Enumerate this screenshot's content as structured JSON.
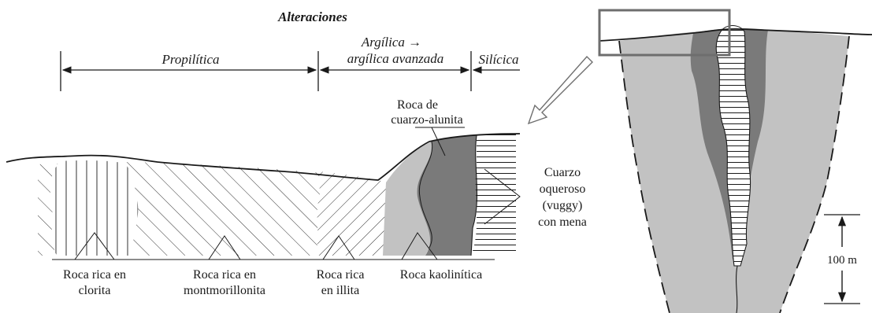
{
  "title": "Alteraciones",
  "zones": {
    "propilitica": "Propilítica",
    "argilica_line1": "Argílica →",
    "argilica_line2": "argílica avanzada",
    "silicica": "Silícica"
  },
  "labels": {
    "cuarzo_alunita_line1": "Roca de",
    "cuarzo_alunita_line2": "cuarzo-alunita",
    "vuggy_line1": "Cuarzo",
    "vuggy_line2": "oqueroso",
    "vuggy_line3": "(vuggy)",
    "vuggy_line4": "con mena",
    "clorita_line1": "Roca rica en",
    "clorita_line2": "clorita",
    "montmorillonita_line1": "Roca rica en",
    "montmorillonita_line2": "montmorillonita",
    "illita_line1": "Roca rica",
    "illita_line2": "en illita",
    "kaolinitica": "Roca kaolinítica"
  },
  "scale": {
    "label": "100 m"
  },
  "colors": {
    "light_gray": "#c2c2c2",
    "dark_gray": "#7a7a7a",
    "line": "#1a1a1a",
    "inset_box": "#6e6e6e"
  }
}
